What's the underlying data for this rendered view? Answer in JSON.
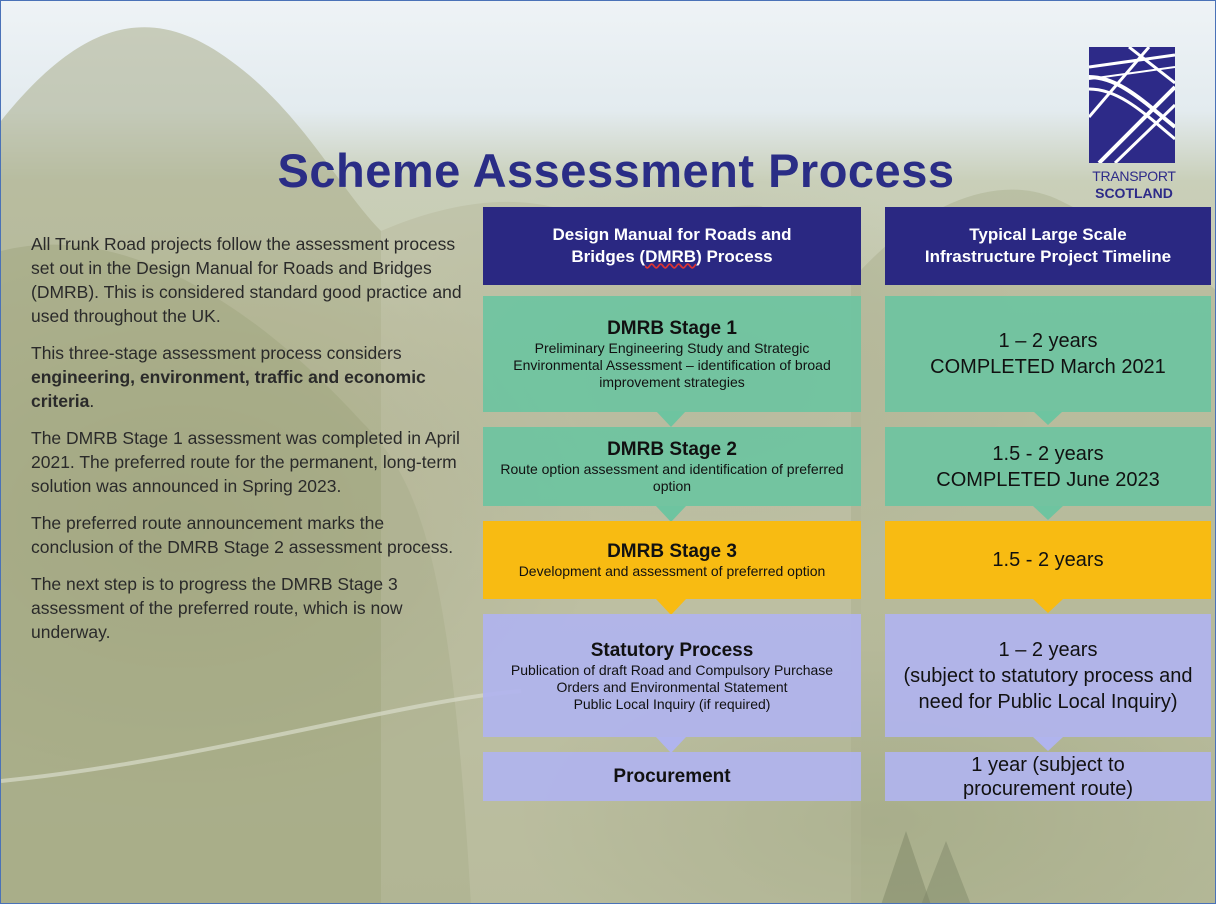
{
  "title": "Scheme Assessment Process",
  "logo": {
    "line1": "TRANSPORT",
    "line2": "SCOTLAND"
  },
  "intro": {
    "p1": "All Trunk Road projects follow the assessment process set out in the Design Manual for Roads and Bridges (DMRB). This is considered standard good practice and used throughout the UK.",
    "p2_lead": "This three-stage assessment process considers ",
    "p2_bold": "engineering,  environment, traffic and economic criteria",
    "p2_tail": ".",
    "p3": "The DMRB Stage 1 assessment was completed in April 2021. The preferred route for the permanent, long-term solution was announced in Spring 2023.",
    "p4": "The preferred route announcement marks the conclusion of the DMRB Stage 2 assessment process.",
    "p5": "The next step is to progress the DMRB Stage 3 assessment of the preferred route, which is now underway."
  },
  "columns": {
    "left_header_line1": "Design Manual for Roads and",
    "left_header_line2a": "Bridges (",
    "left_header_line2b": "DMRB",
    "left_header_line2c": ") Process",
    "right_header_line1": "Typical Large Scale",
    "right_header_line2": "Infrastructure Project Timeline"
  },
  "stages": [
    {
      "title": "DMRB Stage 1",
      "desc": "Preliminary Engineering Study and Strategic Environmental Assessment – identification of broad improvement strategies",
      "time_line1": "1 – 2 years",
      "time_line2": "COMPLETED March 2021"
    },
    {
      "title": "DMRB Stage 2",
      "desc": "Route option assessment and identification of preferred option",
      "time_line1": "1.5 - 2 years",
      "time_line2": "COMPLETED June 2023"
    },
    {
      "title": "DMRB Stage 3",
      "desc": "Development and assessment of preferred option",
      "time_line1": "1.5 - 2 years"
    },
    {
      "title": "Statutory Process",
      "desc_line1": "Publication of draft Road and Compulsory Purchase Orders and Environmental Statement",
      "desc_line2": "Public Local Inquiry (if required)",
      "time_line1": "1 – 2 years",
      "time_line2": "(subject to statutory process and need for Public Local Inquiry)"
    },
    {
      "title": "Procurement",
      "time_line1": "1 year (subject to procurement route)"
    }
  ],
  "colors": {
    "title": "#2a2d86",
    "header": "#2a2882",
    "green": "#6ec4a0",
    "yellow": "#f8bb12",
    "purple": "#b0b4ee"
  }
}
